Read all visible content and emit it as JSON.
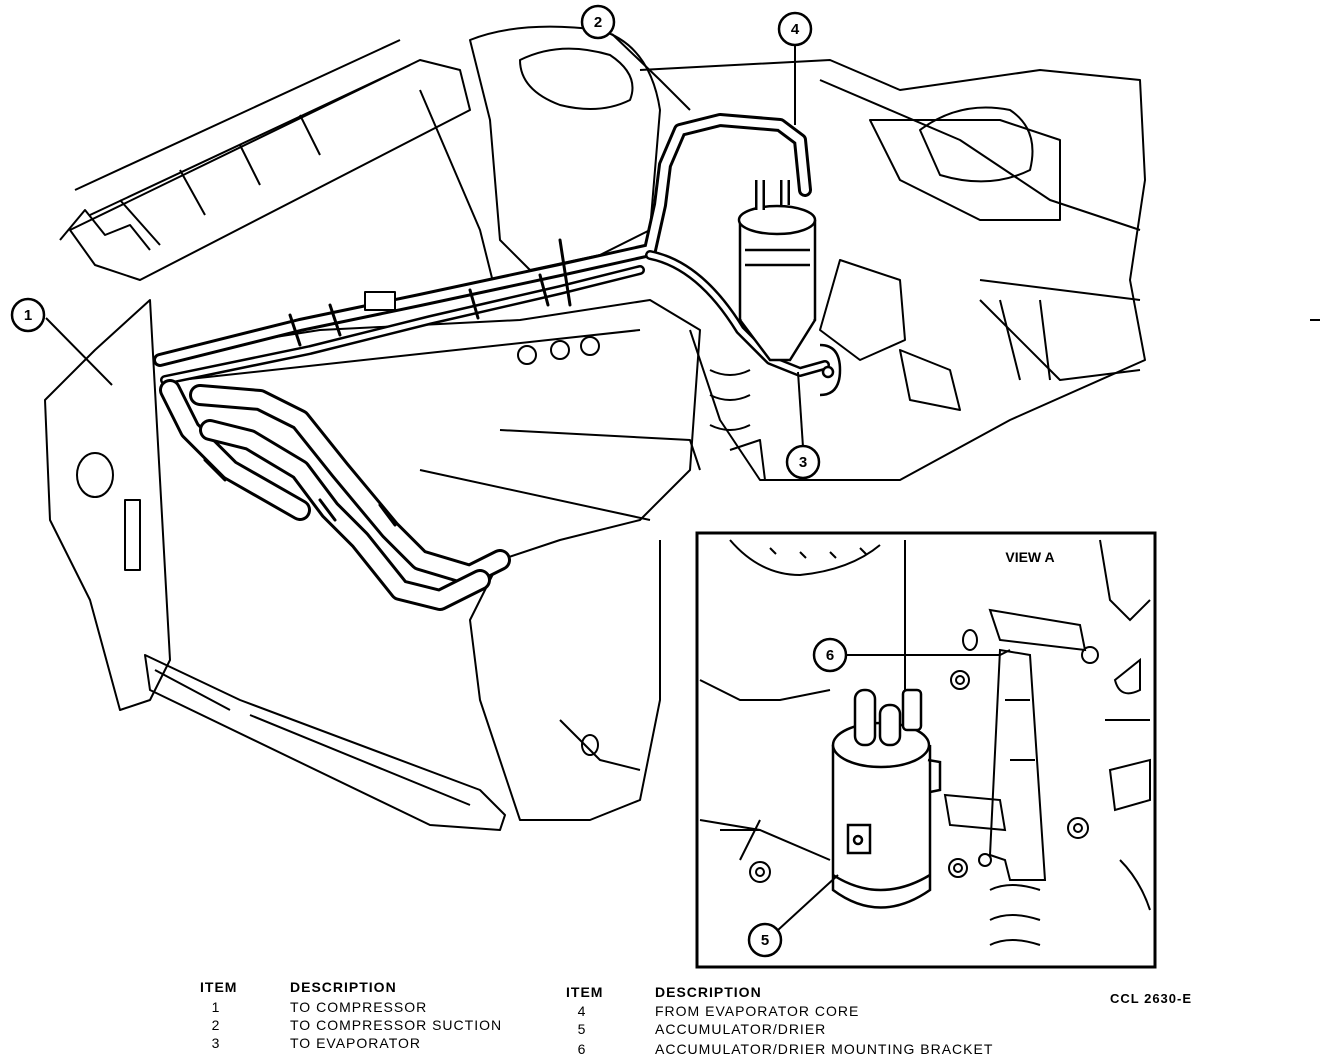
{
  "callouts": {
    "c1": "1",
    "c2": "2",
    "c3": "3",
    "c4": "4",
    "c5": "5",
    "c6": "6"
  },
  "inset": {
    "view_label": "VIEW A"
  },
  "drawing_code": "CCL 2630-E",
  "legend": {
    "col1": {
      "item_header": "ITEM",
      "desc_header": "DESCRIPTION",
      "rows": [
        {
          "item": "1",
          "desc": "TO COMPRESSOR"
        },
        {
          "item": "2",
          "desc": "TO COMPRESSOR SUCTION"
        },
        {
          "item": "3",
          "desc": "TO EVAPORATOR"
        }
      ]
    },
    "col2": {
      "item_header": "ITEM",
      "desc_header": "DESCRIPTION",
      "rows": [
        {
          "item": "4",
          "desc": "FROM EVAPORATOR CORE"
        },
        {
          "item": "5",
          "desc": "ACCUMULATOR/DRIER"
        },
        {
          "item": "6",
          "desc": "ACCUMULATOR/DRIER MOUNTING BRACKET"
        }
      ]
    }
  }
}
